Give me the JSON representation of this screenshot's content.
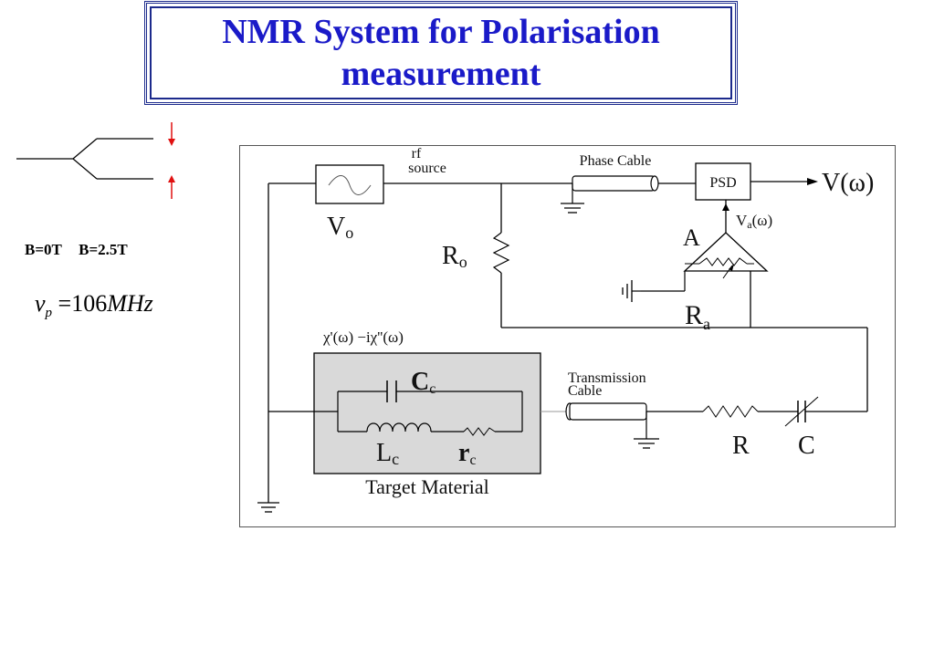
{
  "title": "NMR System for Polarisation measurement",
  "fields": {
    "b0": "B=0T",
    "b1": "B=2.5T"
  },
  "frequency": {
    "symbol": "ν",
    "subscript": "p",
    "equals": "=",
    "value": "106",
    "unit": "MHz"
  },
  "diagram": {
    "rf_source": "rf\nsource",
    "v0": "V",
    "v0_sub": "o",
    "phase_cable": "Phase Cable",
    "psd": "PSD",
    "v_omega": "V(ω)",
    "va_omega": "V",
    "va_sub": "a",
    "va_paren": "(ω)",
    "amp": "A",
    "r0": "R",
    "r0_sub": "o",
    "ra": "R",
    "ra_sub": "a",
    "chi": "χ'(ω) −iχ''(ω)",
    "cc": "C",
    "cc_sub": "c",
    "lc": "L",
    "lc_sub": "c",
    "rc": "r",
    "rc_sub": "c",
    "target": "Target Material",
    "transmission": "Transmission",
    "cable": "Cable",
    "r": "R",
    "c": "C"
  },
  "colors": {
    "title": "#1a1ac8",
    "border": "#1c2a8c",
    "arrow": "#e01010",
    "target_fill": "#d9d9d9"
  }
}
